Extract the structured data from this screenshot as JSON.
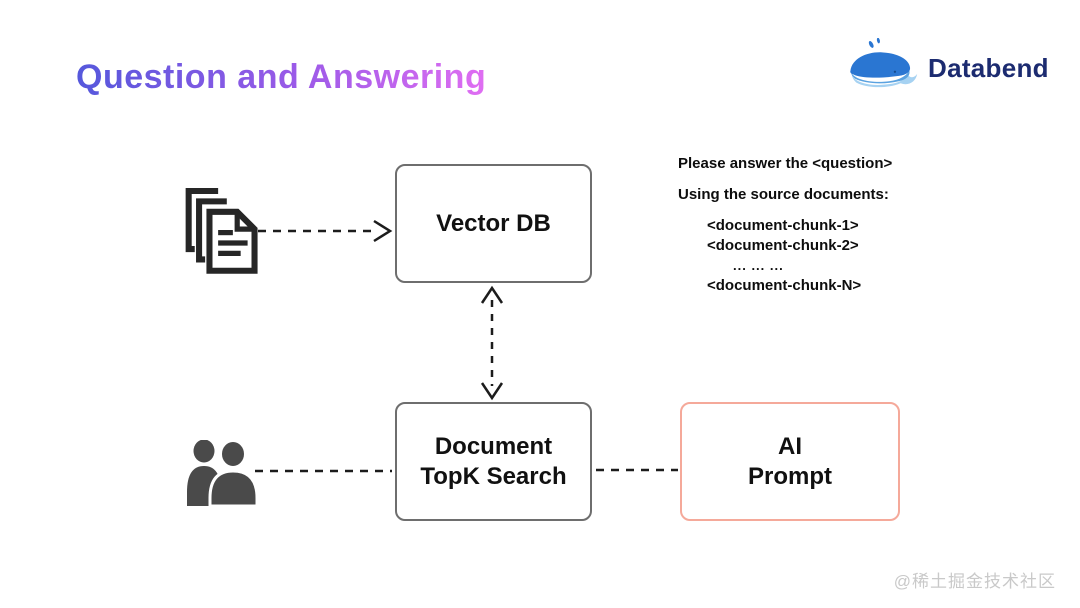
{
  "header": {
    "title": "Question and Answering",
    "logo_text": "Databend"
  },
  "diagram": {
    "nodes": {
      "vector_db": {
        "label": "Vector DB"
      },
      "topk_search": {
        "line1": "Document",
        "line2": "TopK Search"
      },
      "ai_prompt": {
        "line1": "AI",
        "line2": "Prompt"
      }
    },
    "icons": [
      "documents-stack-icon",
      "users-icon",
      "databend-whale-icon"
    ],
    "connectors": [
      {
        "from": "documents-stack",
        "to": "vector-db",
        "style": "dashed",
        "arrow": "to"
      },
      {
        "from": "vector-db",
        "to": "document-topk-search",
        "style": "dashed",
        "arrow": "both"
      },
      {
        "from": "users",
        "to": "document-topk-search",
        "style": "dashed",
        "arrow": "none"
      },
      {
        "from": "document-topk-search",
        "to": "ai-prompt",
        "style": "dashed",
        "arrow": "none"
      }
    ]
  },
  "prompt": {
    "line1": "Please answer the <question>",
    "line2": "Using the source documents:",
    "chunk1": "<document-chunk-1>",
    "chunk2": "<document-chunk-2>",
    "dots": "... ... ...",
    "chunkN": "<document-chunk-N>"
  },
  "footer": {
    "watermark": "@稀土掘金技术社区"
  },
  "colors": {
    "title_gradient_start": "#5558dc",
    "title_gradient_mid": "#9c5ae8",
    "title_gradient_end": "#e06ef2",
    "logo_navy": "#1c2b70",
    "whale_dark_blue": "#2a76d2",
    "whale_mid_blue": "#5aa2e0",
    "whale_light_blue": "#a6d2f2",
    "node_border_gray": "#6e6e6e",
    "ai_border_salmon": "#f5a99a",
    "connector_black": "#1c1c1c",
    "icon_dark": "#262626",
    "people_gray": "#4a4a4a",
    "watermark_gray": "#c9c9c9"
  }
}
